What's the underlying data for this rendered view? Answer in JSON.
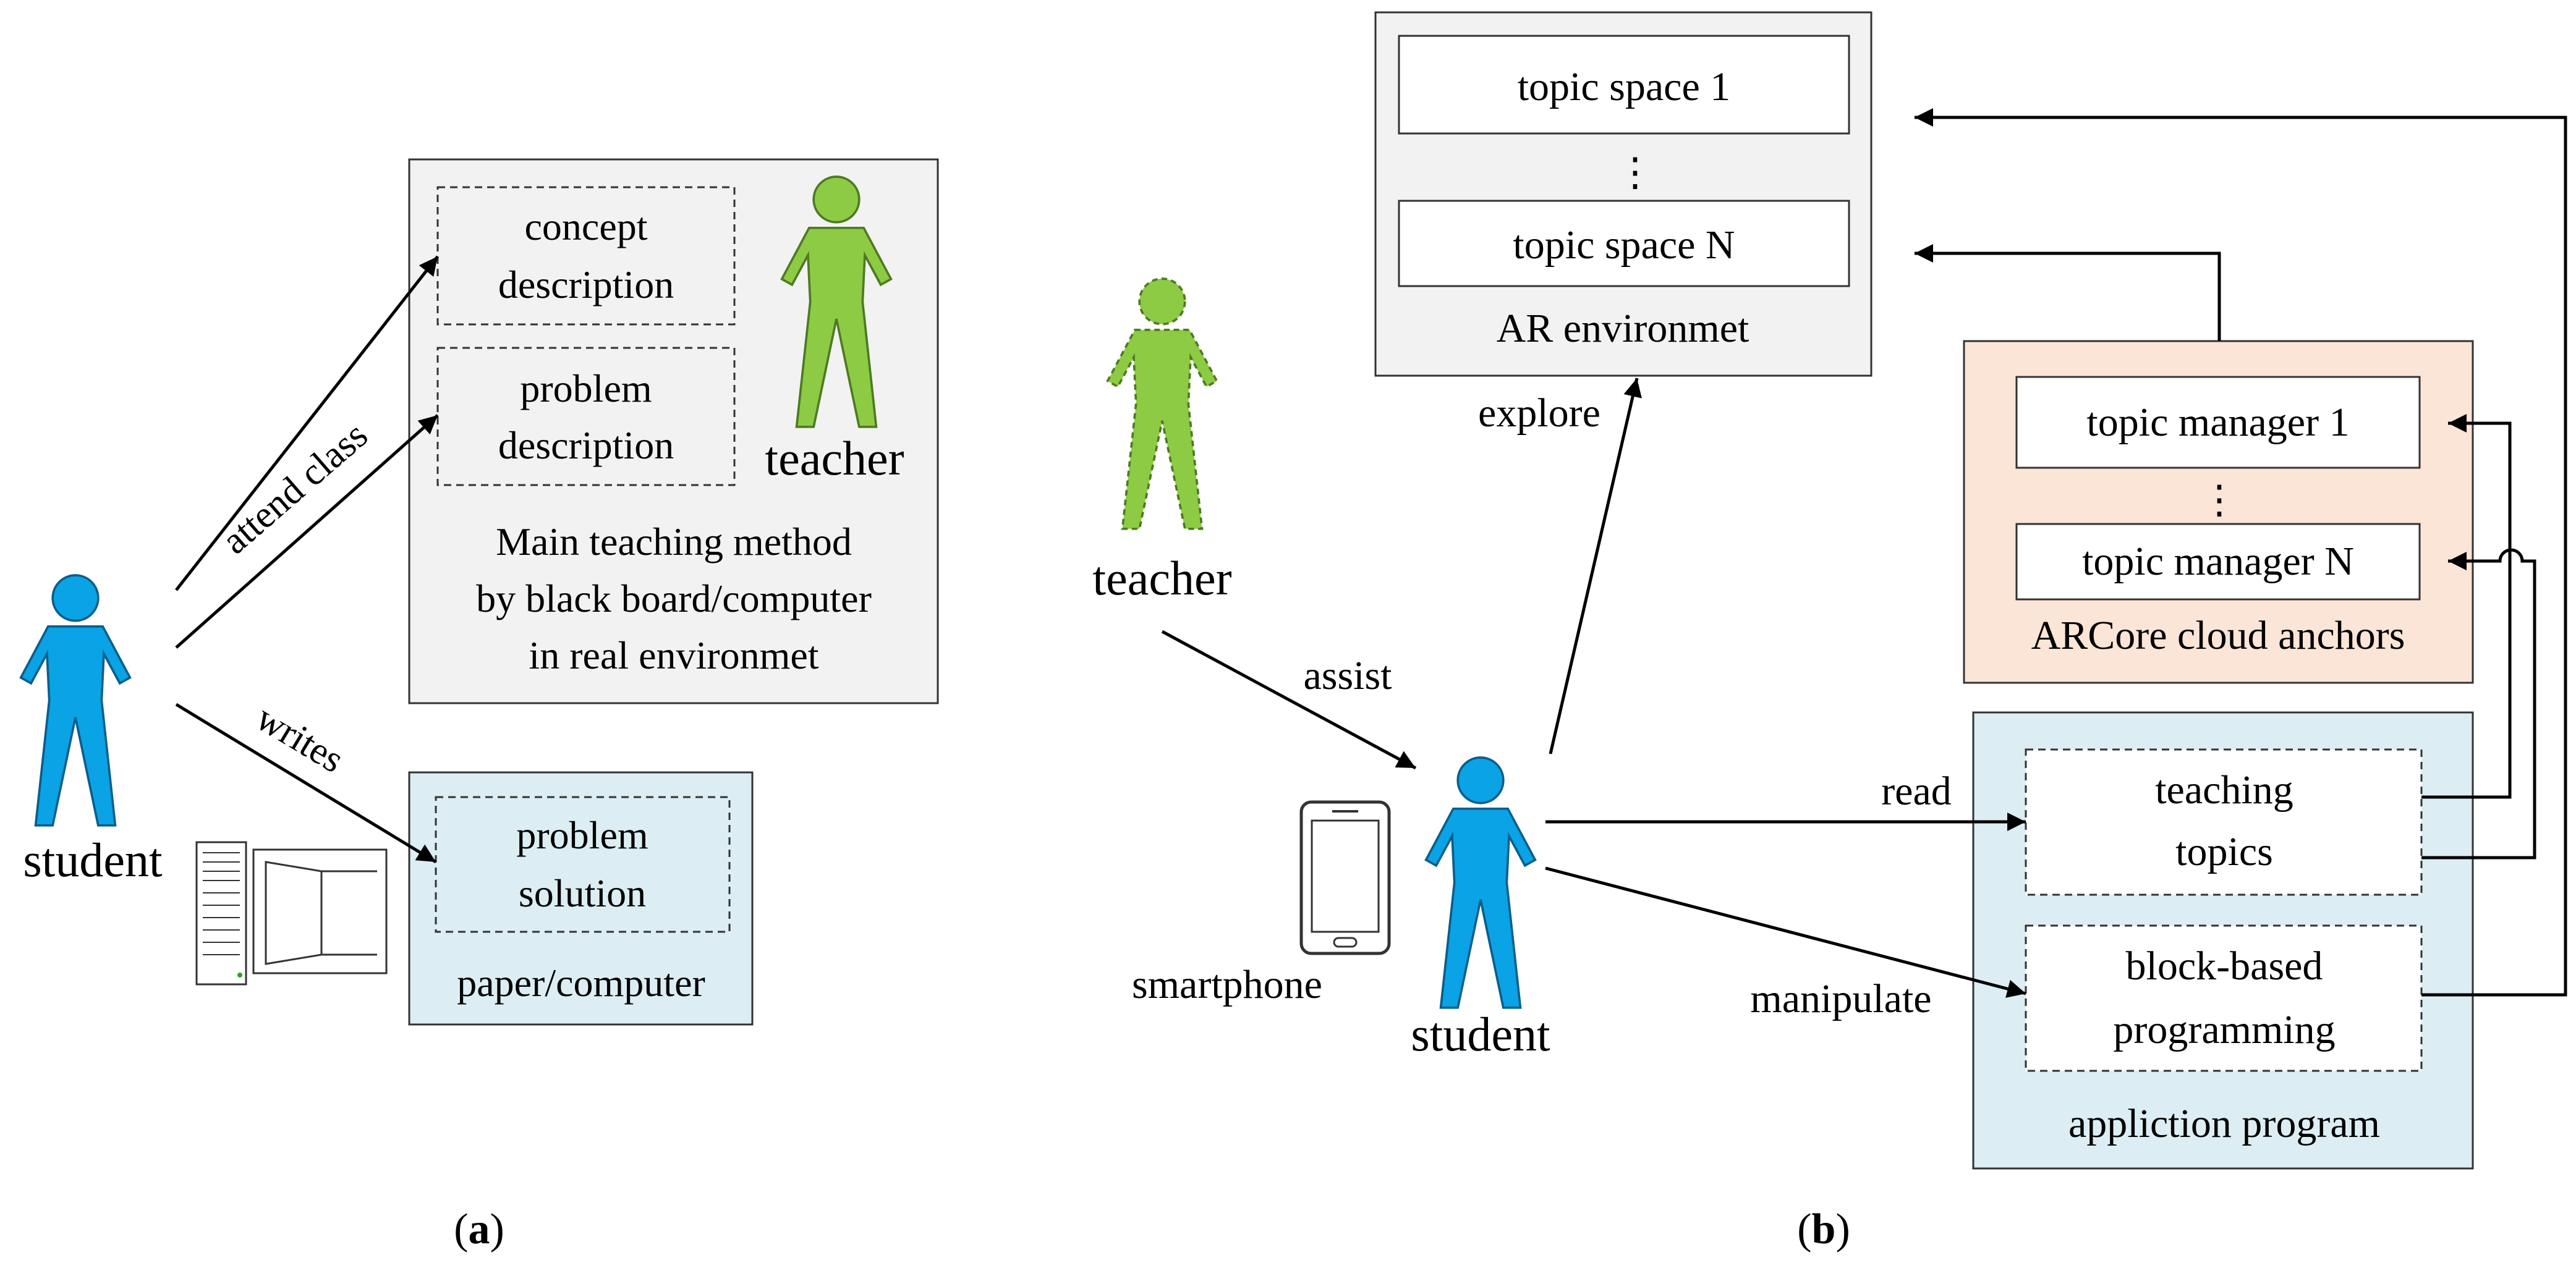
{
  "panel_a": {
    "caption_open": "(",
    "caption_letter": "a",
    "caption_close": ")",
    "teaching_box": {
      "concept_line1": "concept",
      "concept_line2": "description",
      "problem_line1": "problem",
      "problem_line2": "description",
      "teacher_label": "teacher",
      "method_line1": "Main teaching method",
      "method_line2": "by black board/computer",
      "method_line3": "in real environmet"
    },
    "solution_box": {
      "line1": "problem",
      "line2": "solution",
      "container_label": "paper/computer"
    },
    "student_label": "student",
    "arrow_attend": "attend class",
    "arrow_writes": "writes"
  },
  "panel_b": {
    "caption_open": "(",
    "caption_letter": "b",
    "caption_close": ")",
    "ar_env": {
      "space1": "topic space 1",
      "dots": "⋮",
      "spaceN": "topic space N",
      "label": "AR environmet"
    },
    "arcore": {
      "manager1": "topic manager 1",
      "dots": "⋮",
      "managerN": "topic manager N",
      "label": "ARCore cloud anchors"
    },
    "app": {
      "teaching_line1": "teaching",
      "teaching_line2": "topics",
      "block_line1": "block-based",
      "block_line2": "programming",
      "label": "appliction program"
    },
    "teacher_label": "teacher",
    "student_label": "student",
    "smartphone_label": "smartphone",
    "arrow_explore": "explore",
    "arrow_assist": "assist",
    "arrow_read": "read",
    "arrow_manipulate": "manipulate"
  },
  "colors": {
    "teacher_green": "#8DCB45",
    "student_blue": "#0AA3E6",
    "gray_fill": "#F2F2F2",
    "blue_fill": "#DCEEF3",
    "orange_fill": "#FBE5D6"
  }
}
